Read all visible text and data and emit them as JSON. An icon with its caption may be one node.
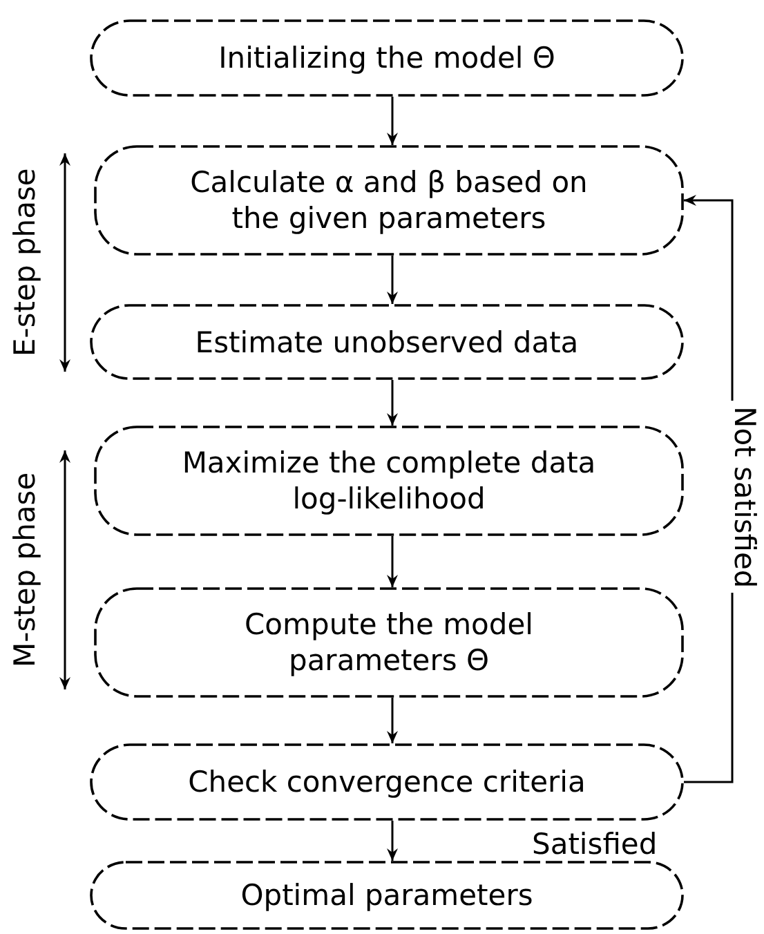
{
  "diagram": {
    "nodes": [
      {
        "text": [
          "Initializing the model Θ"
        ]
      },
      {
        "text": [
          "Calculate α and β based on the given parameters"
        ]
      },
      {
        "text": [
          "Estimate unobserved data"
        ]
      },
      {
        "text": [
          "Maximize the complete data log-likelihood"
        ]
      },
      {
        "text": [
          "Compute the model parameters Θ"
        ]
      },
      {
        "text": [
          "Check convergence criteria"
        ]
      },
      {
        "text": [
          "Optimal parameters"
        ]
      }
    ],
    "edges": [
      {
        "from": 0,
        "to": 1,
        "arrow": "to"
      },
      {
        "from": 1,
        "to": 2,
        "arrow": "to"
      },
      {
        "from": 2,
        "to": 3,
        "arrow": "to"
      },
      {
        "from": 3,
        "to": 4,
        "arrow": "to"
      },
      {
        "from": 4,
        "to": 5,
        "arrow": "to"
      },
      {
        "from": 5,
        "to": 6,
        "arrow": "to",
        "label": "Satisfied"
      },
      {
        "from": 5,
        "to": 1,
        "arrow": "to",
        "label": "Not satisfied"
      }
    ],
    "labels": [
      "E-step phase",
      "M-step phase"
    ]
  }
}
